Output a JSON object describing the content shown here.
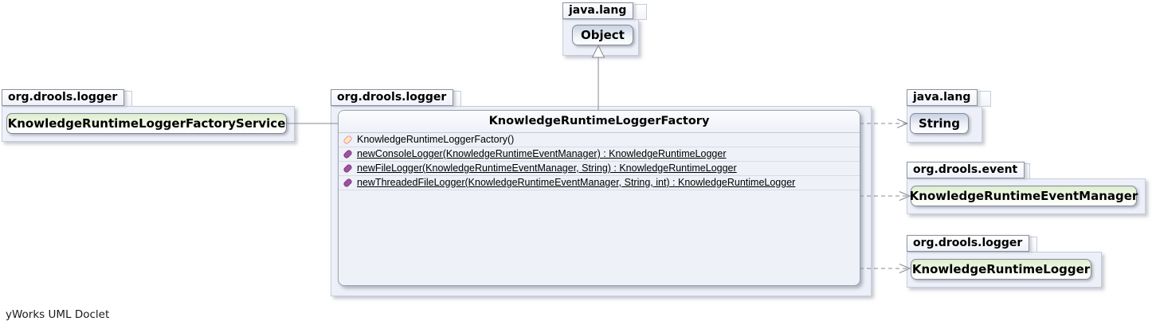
{
  "diagram": {
    "tool_credit": "yWorks UML Doclet",
    "colors": {
      "package_fill": "#edf0f8",
      "class_fill_top": "#c9d2e4",
      "interface_fill_top": "#ddeecd",
      "method_icon": "#a0519f",
      "constructor_icon": "#fff2a0",
      "edge": "#858b95"
    }
  },
  "packages": {
    "top": {
      "name": "java.lang"
    },
    "left": {
      "name": "org.drools.logger"
    },
    "center": {
      "name": "org.drools.logger"
    },
    "right_string": {
      "name": "java.lang"
    },
    "right_event": {
      "name": "org.drools.event"
    },
    "right_logger": {
      "name": "org.drools.logger"
    }
  },
  "classes": {
    "object": {
      "name": "Object",
      "kind": "class"
    },
    "factory_service": {
      "name": "KnowledgeRuntimeLoggerFactoryService",
      "kind": "interface"
    },
    "string": {
      "name": "String",
      "kind": "class"
    },
    "event_manager": {
      "name": "KnowledgeRuntimeEventManager",
      "kind": "interface"
    },
    "runtime_logger": {
      "name": "KnowledgeRuntimeLogger",
      "kind": "interface"
    }
  },
  "main_class": {
    "title": "KnowledgeRuntimeLoggerFactory",
    "members": [
      {
        "label": "KnowledgeRuntimeLoggerFactory()",
        "kind": "constructor",
        "static": false
      },
      {
        "label": "newConsoleLogger(KnowledgeRuntimeEventManager) : KnowledgeRuntimeLogger",
        "kind": "method",
        "static": true
      },
      {
        "label": "newFileLogger(KnowledgeRuntimeEventManager, String) : KnowledgeRuntimeLogger",
        "kind": "method",
        "static": true
      },
      {
        "label": "newThreadedFileLogger(KnowledgeRuntimeEventManager, String, int) : KnowledgeRuntimeLogger",
        "kind": "method",
        "static": true
      }
    ]
  },
  "edges": [
    {
      "type": "generalization",
      "from": "KnowledgeRuntimeLoggerFactory",
      "to": "Object"
    },
    {
      "type": "association",
      "from": "KnowledgeRuntimeLoggerFactoryService",
      "to": "KnowledgeRuntimeLoggerFactory"
    },
    {
      "type": "dependency",
      "from": "KnowledgeRuntimeLoggerFactory",
      "to": "String"
    },
    {
      "type": "dependency",
      "from": "KnowledgeRuntimeLoggerFactory",
      "to": "KnowledgeRuntimeEventManager"
    },
    {
      "type": "dependency",
      "from": "KnowledgeRuntimeLoggerFactory",
      "to": "KnowledgeRuntimeLogger"
    }
  ]
}
